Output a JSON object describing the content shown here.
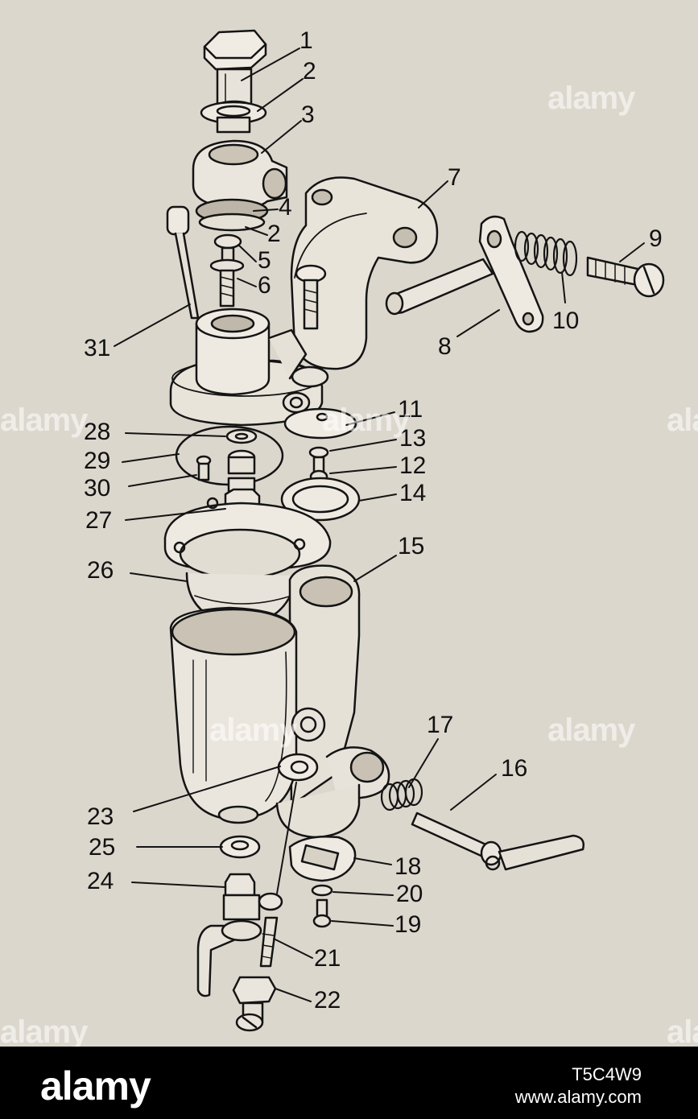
{
  "callouts": [
    "1",
    "2",
    "3",
    "4",
    "2",
    "5",
    "6",
    "7",
    "8",
    "9",
    "10",
    "31",
    "11",
    "28",
    "13",
    "29",
    "12",
    "30",
    "14",
    "27",
    "15",
    "26",
    "17",
    "16",
    "23",
    "25",
    "18",
    "24",
    "20",
    "19",
    "21",
    "22"
  ],
  "watermarks": [
    "alamy",
    "alamy",
    "alamy",
    "alamy",
    "alamy",
    "alamy",
    "alamy",
    "alamy"
  ],
  "footer": {
    "logo": "alamy",
    "image_id": "T5C4W9",
    "site": "www.alamy.com"
  }
}
